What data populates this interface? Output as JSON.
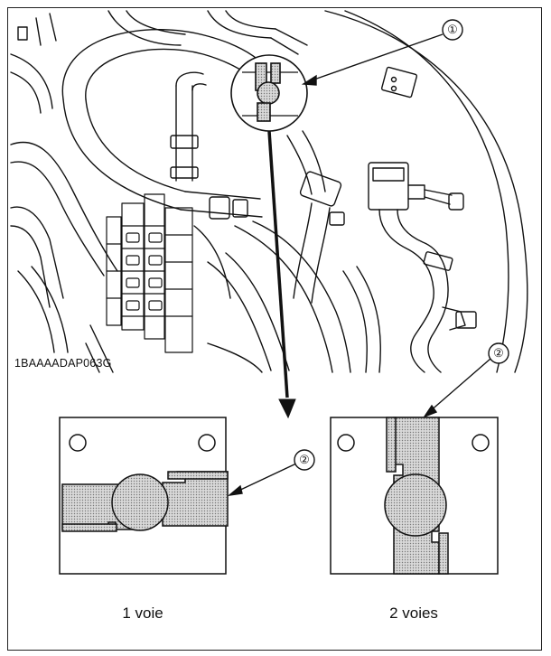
{
  "figure": {
    "code": "1BAAAADAP063G",
    "callouts": {
      "one": "①",
      "two": "②"
    },
    "captions": {
      "single_way": "1 voie",
      "two_way": "2 voies"
    }
  },
  "colors": {
    "line": "#111111",
    "fill_hatch": "#c9c9c9",
    "background": "#ffffff"
  }
}
